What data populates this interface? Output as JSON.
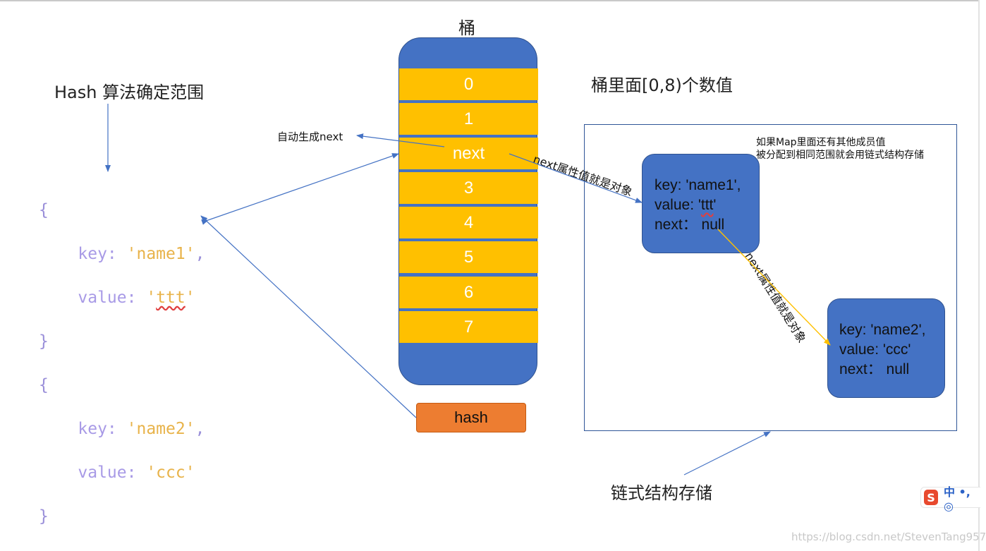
{
  "bucket_title": "桶",
  "hash_title": "Hash 算法确定范围",
  "range_title": "桶里面[0,8)个数值",
  "chain_title": "链式结构存储",
  "auto_next": "自动生成next",
  "next_label_1": "next属性值就是对象",
  "next_label_2": "next属性值就是对象",
  "collision_note": {
    "line1": "如果Map里面还有其他成员值",
    "line2": "被分配到相同范围就会用链式结构存储"
  },
  "code": {
    "open1": "{",
    "key1_key": "key: ",
    "key1_val": "'name1'",
    "comma1": ",",
    "val1_key": "value: ",
    "val1_q1": "'",
    "val1_val": "ttt",
    "val1_q2": "'",
    "close1": "}",
    "open2": "{",
    "key2_key": "key: ",
    "key2_val": "'name2'",
    "comma2": ",",
    "val2_key": "value: ",
    "val2_val": "'ccc'",
    "close2": "}"
  },
  "bucket_slots": [
    "0",
    "1",
    "next",
    "3",
    "4",
    "5",
    "6",
    "7"
  ],
  "hash_button": "hash",
  "node1": {
    "key": "key: 'name1',",
    "value_prefix": "value: '",
    "value_word": "ttt",
    "value_suffix": "'",
    "next": "next： null"
  },
  "node2": {
    "key": "key: 'name2',",
    "value": "value: 'ccc'",
    "next": "next： null"
  },
  "ime": {
    "logo": "S",
    "text": "中 •, ◎"
  },
  "watermark": "https://blog.csdn.net/StevenTang957",
  "colors": {
    "bucket_blue": "#4472c4",
    "slot_yellow": "#ffc000",
    "hash_orange": "#ed7d31",
    "arrow_blue": "#4472c4",
    "arrow_yellow": "#ffc000"
  }
}
